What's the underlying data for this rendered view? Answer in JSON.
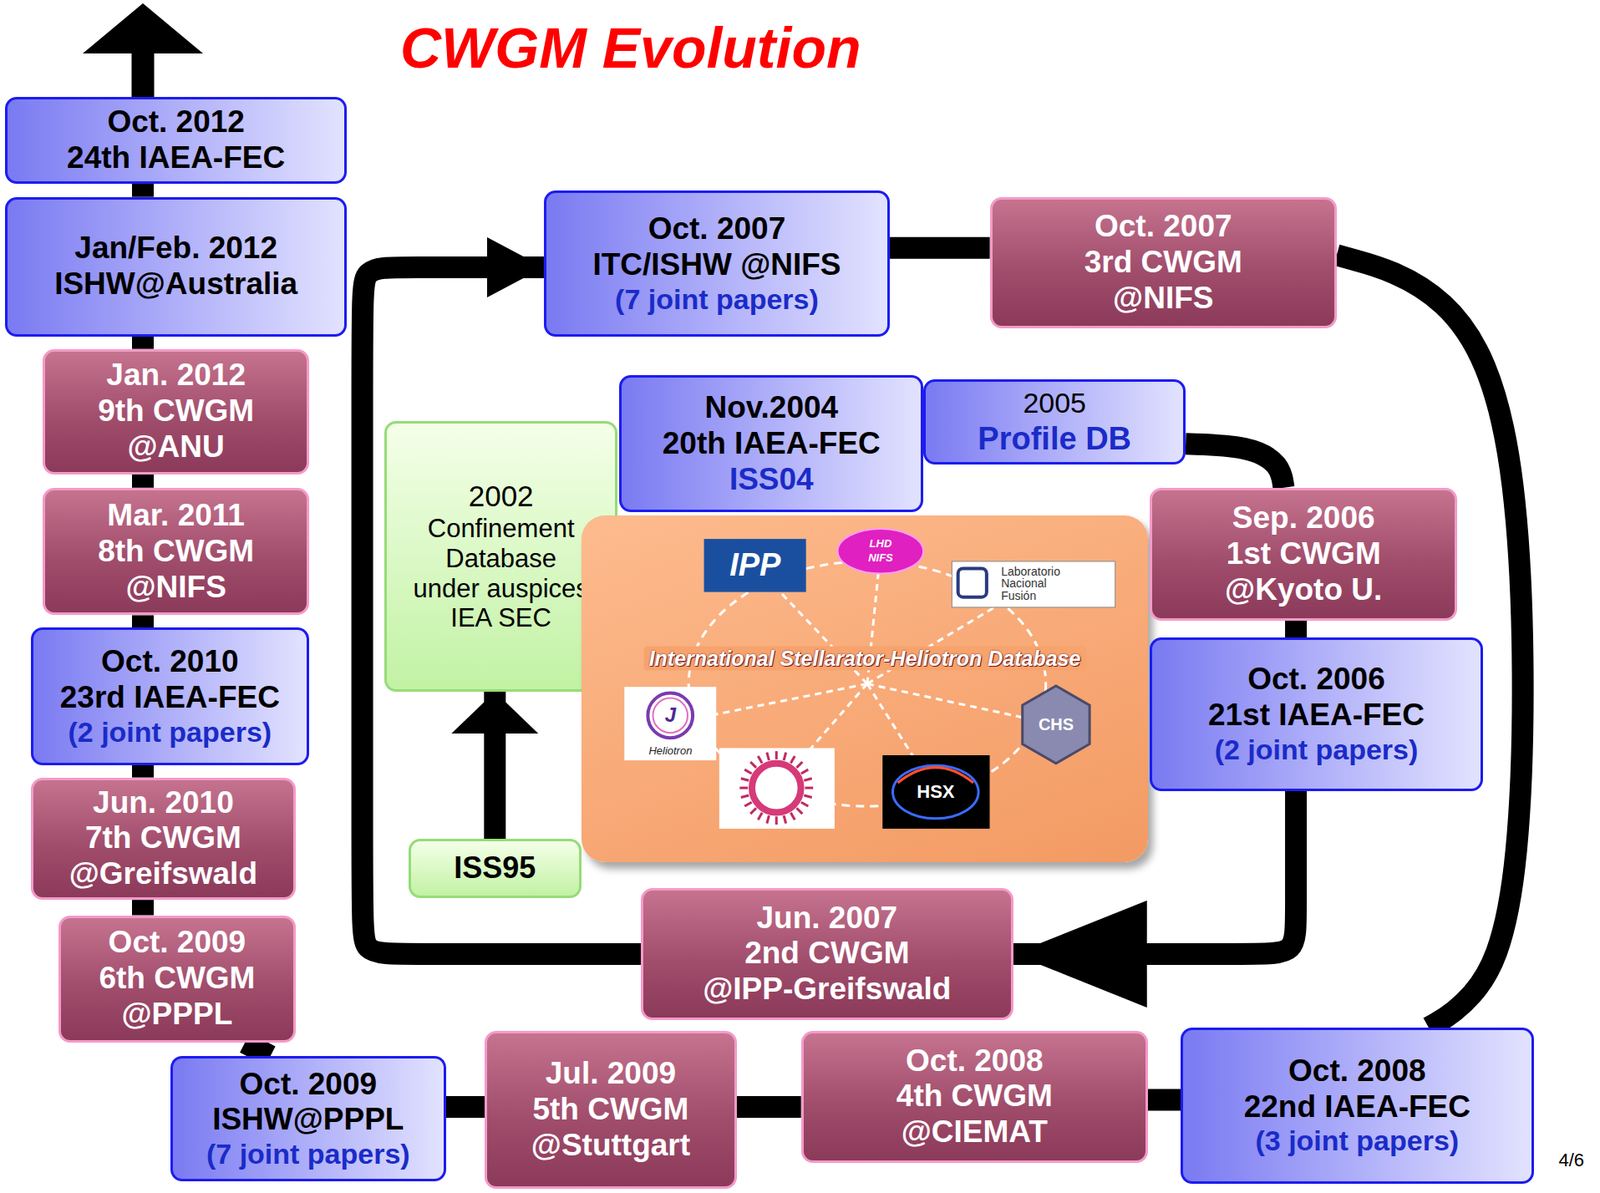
{
  "diagram": {
    "title": "CWGM Evolution",
    "nodes": [
      {
        "text": [
          "ISS95"
        ]
      },
      {
        "text": [
          "2002",
          "Confinement Database under auspices IEA SEC"
        ]
      },
      {
        "text": [
          "Nov.2004",
          "20th IAEA-FEC",
          "ISS04"
        ]
      },
      {
        "text": [
          "2005",
          "Profile DB"
        ]
      },
      {
        "text": [
          "International Stellarator-Heliotron Database"
        ]
      },
      {
        "text": [
          "Sep. 2006",
          "1st CWGM",
          "@Kyoto U."
        ]
      },
      {
        "text": [
          "Oct. 2006",
          "21st IAEA-FEC",
          "(2 joint papers)"
        ]
      },
      {
        "text": [
          "Jun. 2007",
          "2nd CWGM",
          "@IPP-Greifswald"
        ]
      },
      {
        "text": [
          "Oct. 2007",
          "ITC/ISHW @NIFS",
          "(7 joint papers)"
        ]
      },
      {
        "text": [
          "Oct. 2007",
          "3rd CWGM",
          "@NIFS"
        ]
      },
      {
        "text": [
          "Oct. 2008",
          "22nd IAEA-FEC",
          "(3 joint papers)"
        ]
      },
      {
        "text": [
          "Oct. 2008",
          "4th CWGM",
          "@CIEMAT"
        ]
      },
      {
        "text": [
          "Jul. 2009",
          "5th CWGM",
          "@Stuttgart"
        ]
      },
      {
        "text": [
          "Oct. 2009",
          "ISHW@PPPL",
          "(7 joint papers)"
        ]
      },
      {
        "text": [
          "Oct. 2009",
          "6th CWGM",
          "@PPPL"
        ]
      },
      {
        "text": [
          "Jun. 2010",
          "7th CWGM",
          "@Greifswald"
        ]
      },
      {
        "text": [
          "Oct. 2010",
          "23rd IAEA-FEC",
          "(2 joint papers)"
        ]
      },
      {
        "text": [
          "Mar. 2011",
          "8th CWGM",
          "@NIFS"
        ]
      },
      {
        "text": [
          "Jan. 2012",
          "9th CWGM",
          "@ANU"
        ]
      },
      {
        "text": [
          "Jan/Feb. 2012",
          "ISHW@Australia"
        ]
      },
      {
        "text": [
          "Oct. 2012",
          "24th IAEA-FEC"
        ]
      }
    ],
    "edges": [
      {
        "from": 0,
        "to": 1,
        "arrow": "to"
      },
      {
        "from": 3,
        "to": 5,
        "arrow": "none"
      },
      {
        "from": 5,
        "to": 6,
        "arrow": "none"
      },
      {
        "from": 6,
        "to": 7,
        "arrow": "to"
      },
      {
        "from": 7,
        "to": 8,
        "arrow": "to"
      },
      {
        "from": 8,
        "to": 9,
        "arrow": "none"
      },
      {
        "from": 9,
        "to": 10,
        "arrow": "none"
      },
      {
        "from": 10,
        "to": 11,
        "arrow": "none"
      },
      {
        "from": 11,
        "to": 12,
        "arrow": "none"
      },
      {
        "from": 12,
        "to": 13,
        "arrow": "none"
      },
      {
        "from": 13,
        "to": 14,
        "arrow": "none"
      },
      {
        "from": 14,
        "to": 15,
        "arrow": "none"
      },
      {
        "from": 15,
        "to": 16,
        "arrow": "none"
      },
      {
        "from": 16,
        "to": 17,
        "arrow": "none"
      },
      {
        "from": 17,
        "to": 18,
        "arrow": "none"
      },
      {
        "from": 18,
        "to": 19,
        "arrow": "none"
      },
      {
        "from": 19,
        "to": 20,
        "arrow": "none"
      }
    ],
    "labels": [
      "IPP",
      "LHD",
      "NIFS",
      "Laboratorio Nacional Fusión",
      "J",
      "Heliotron",
      "CHS",
      "HSX",
      "4/6"
    ]
  }
}
